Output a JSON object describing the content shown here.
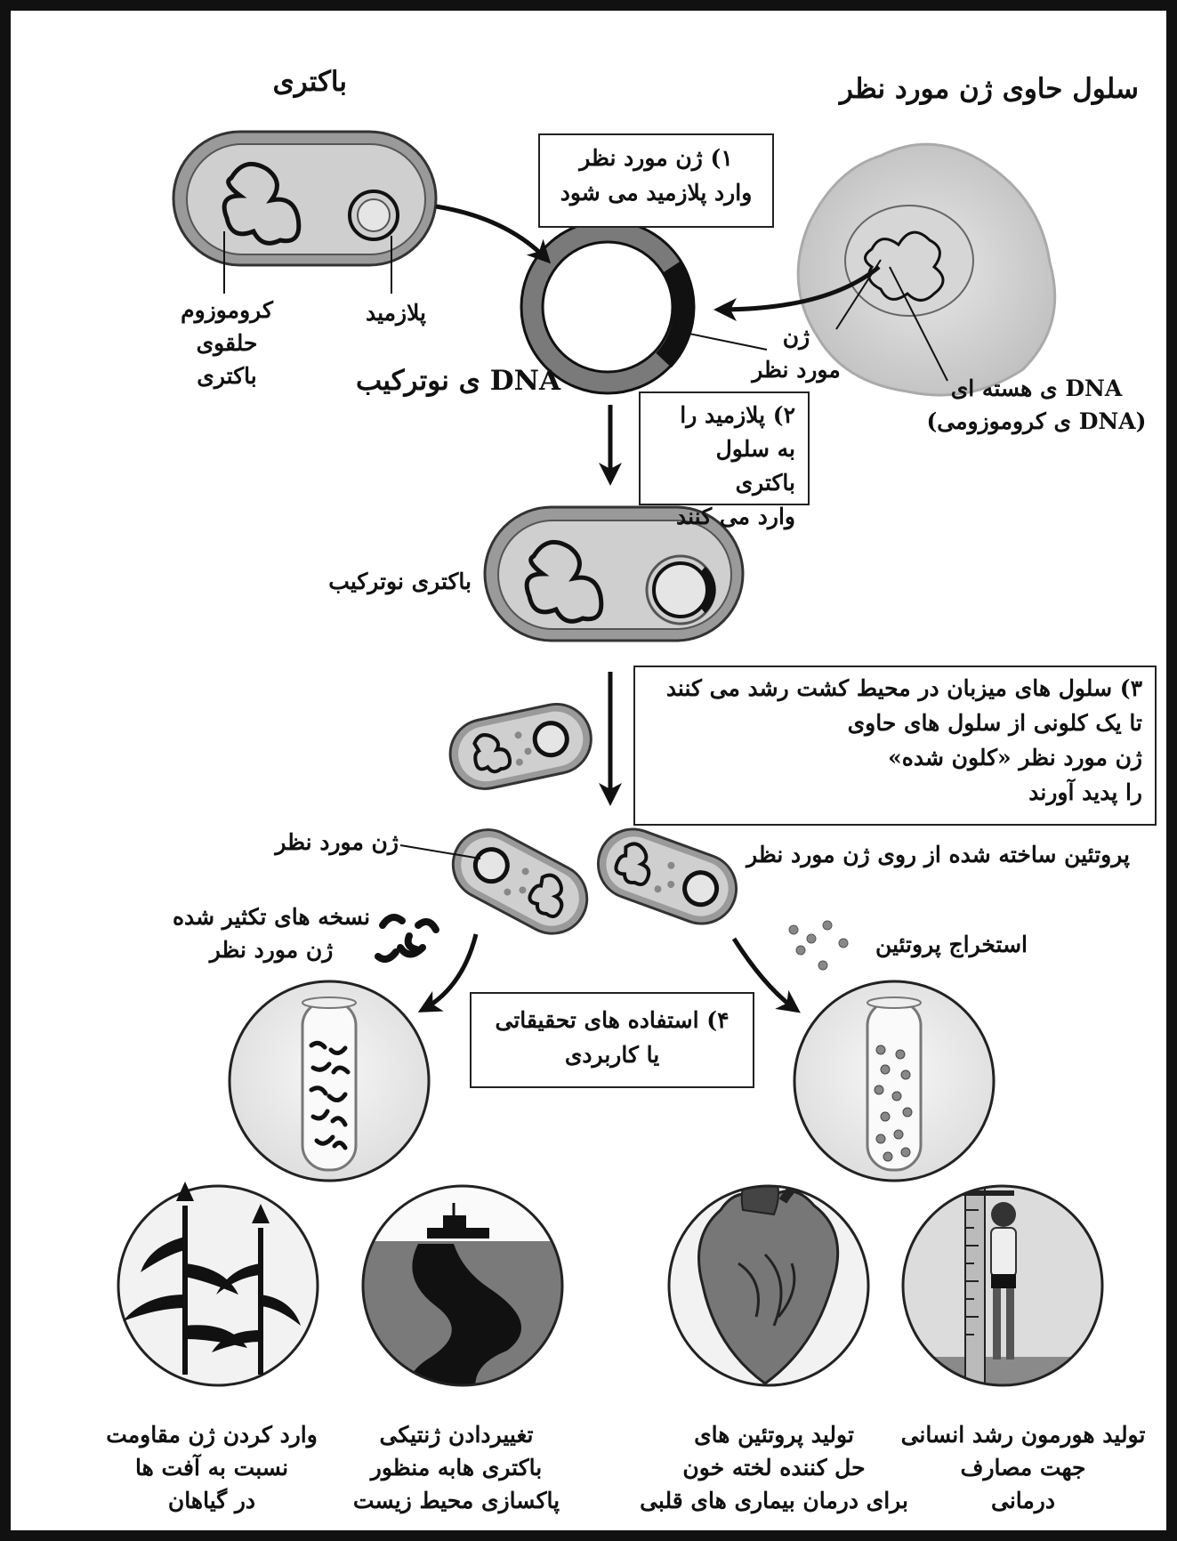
{
  "titles": {
    "bacterium": "باکتری",
    "source_cell": "سلول حاوی ژن مورد نظر"
  },
  "labels": {
    "circular_chromosome": "کروموزوم حلقوی\nباکتری",
    "plasmid": "پلازمید",
    "recombinant_dna": "DNA ی نوترکیب",
    "gene_of_interest": "ژن\nمورد نظر",
    "nuclear_dna": "DNA ی هسته ای\n(DNA ی کروموزومی)",
    "recombinant_bacterium": "باکتری نوترکیب",
    "gene_of_interest_2": "ژن مورد نظر",
    "protein_from_gene": "پروتئین ساخته شده از روی ژن مورد نظر",
    "gene_copies": "نسخه های تکثیر شده\nژن مورد نظر",
    "protein_extraction": "استخراج پروتئین"
  },
  "steps": {
    "step1": "۱) ژن مورد نظر\nوارد پلازمید می شود",
    "step2": "۲) پلازمید را\nبه سلول باکتری\nوارد می کنند",
    "step3": "۳) سلول های میزبان در محیط کشت رشد می کنند\nتا یک کلونی از سلول های حاوی\nژن مورد نظر «کلون شده»\nرا پدید آورند",
    "step4": "۴) استفاده های تحقیقاتی\nیا کاربردی"
  },
  "applications": {
    "pest_resistance": "وارد کردن ژن مقاومت\nنسبت به آفت ها\nدر گیاهان",
    "cleanup_bacteria": "تغییردادن ژنتیکی\nباکتری هابه منظور\nپاکسازی محیط زیست",
    "clot_dissolving": "تولید پروتئین های\nحل کننده لخته خون\nبرای درمان بیماری های قلبی",
    "growth_hormone": "تولید هورمون رشد انسانی\nجهت مصارف\nدرمانی"
  }
}
